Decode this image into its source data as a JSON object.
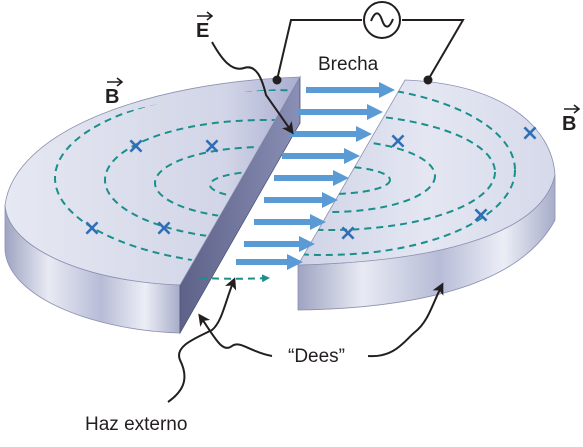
{
  "labels": {
    "gap": "Brecha",
    "electric_field": "E",
    "magnetic_field_left": "B",
    "magnetic_field_right": "B",
    "dees": "“Dees”",
    "external_beam": "Haz externo"
  },
  "symbols": {
    "ac_source": "ac-source-icon",
    "field_into_page": "×"
  },
  "colors": {
    "dee_top": "#dcdfee",
    "dee_side": "#b9bfd6",
    "field_arrow": "#5b9bd5",
    "beam_path": "#1a8f8c",
    "b_marker": "#2f6fb8",
    "wire": "#231f20"
  }
}
